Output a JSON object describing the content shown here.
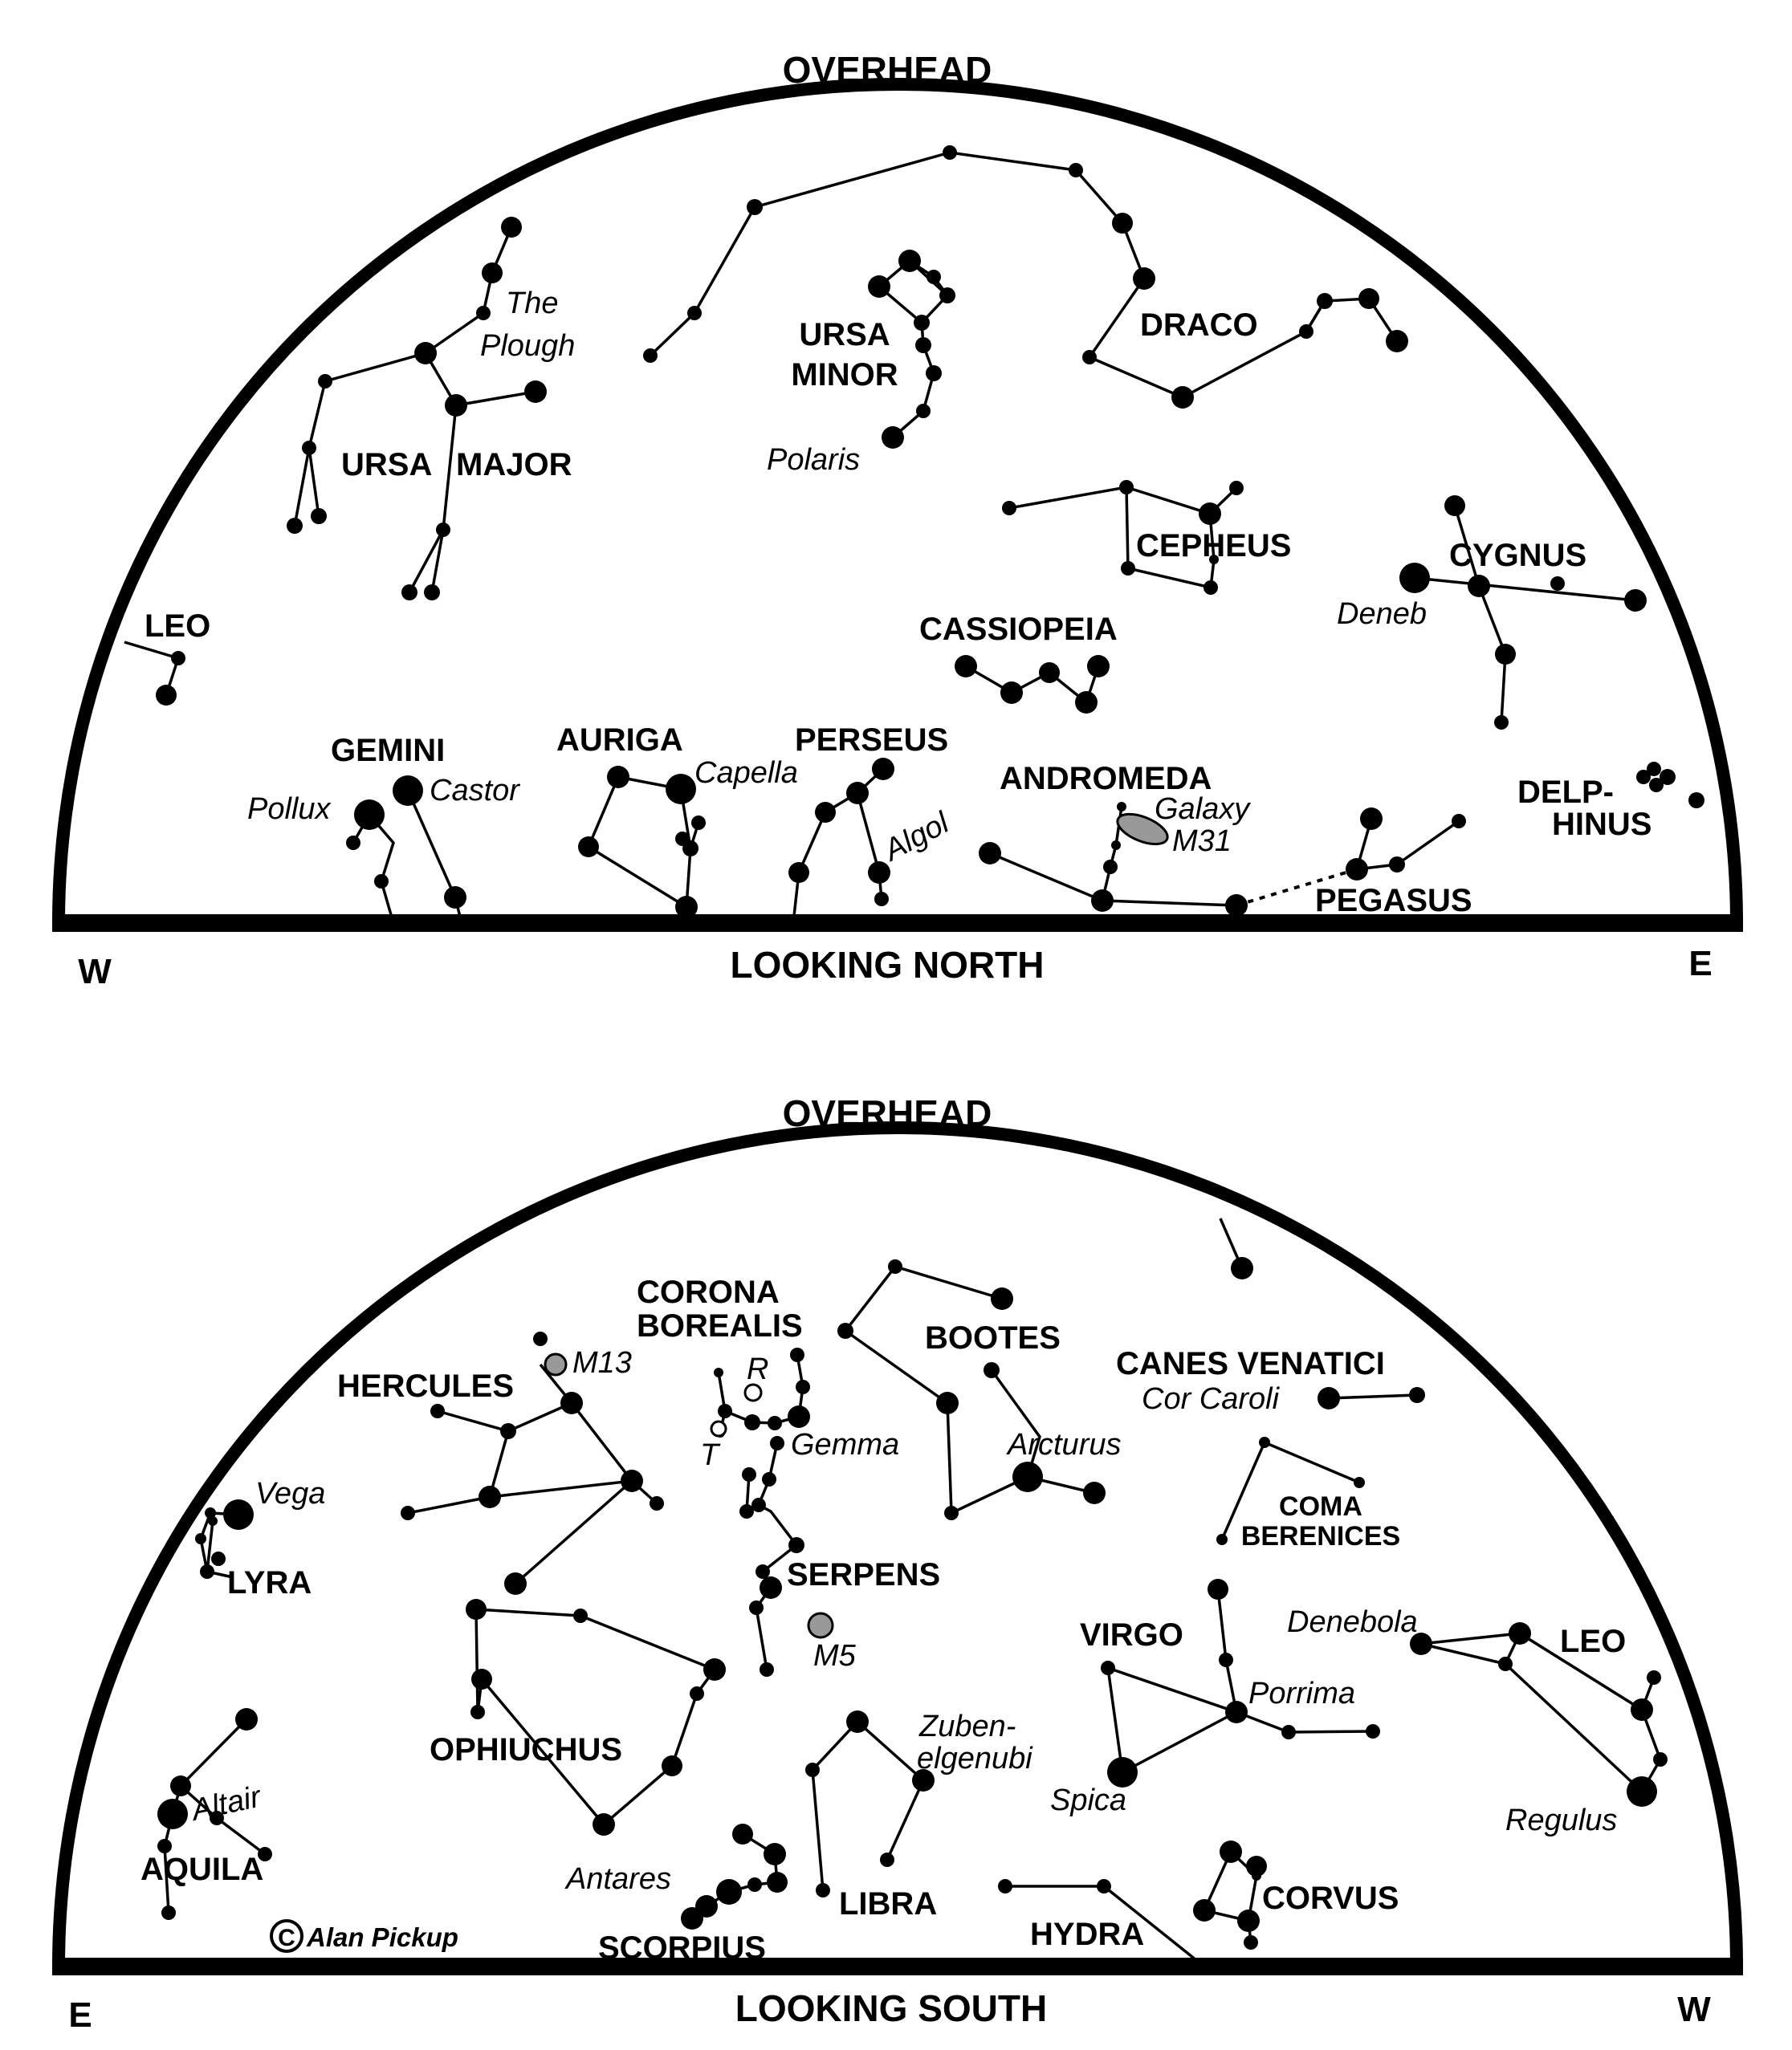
{
  "north": {
    "overhead": "OVERHEAD",
    "looking": "LOOKING NORTH",
    "left_dir": "W",
    "right_dir": "E",
    "constellations": {
      "leo": "LEO",
      "ursa_major_1": "URSA",
      "ursa_major_2": "MAJOR",
      "the_plough_1": "The",
      "the_plough_2": "Plough",
      "ursa_minor_1": "URSA",
      "ursa_minor_2": "MINOR",
      "draco": "DRACO",
      "cepheus": "CEPHEUS",
      "cygnus": "CYGNUS",
      "cassiopeia": "CASSIOPEIA",
      "gemini": "GEMINI",
      "auriga": "AURIGA",
      "perseus": "PERSEUS",
      "andromeda": "ANDROMEDA",
      "delphinus_1": "DELP-",
      "delphinus_2": "HINUS",
      "pegasus": "PEGASUS"
    },
    "stars": {
      "polaris": "Polaris",
      "deneb": "Deneb",
      "castor": "Castor",
      "pollux": "Pollux",
      "capella": "Capella",
      "algol": "Algol",
      "galaxy": "Galaxy",
      "m31": "M31"
    }
  },
  "south": {
    "overhead": "OVERHEAD",
    "looking": "LOOKING SOUTH",
    "left_dir": "E",
    "right_dir": "W",
    "constellations": {
      "corona_borealis_1": "CORONA",
      "corona_borealis_2": "BOREALIS",
      "bootes": "BOOTES",
      "canes_venatici": "CANES VENATICI",
      "hercules": "HERCULES",
      "lyra": "LYRA",
      "coma_berenices_1": "COMA",
      "coma_berenices_2": "BERENICES",
      "serpens": "SERPENS",
      "virgo": "VIRGO",
      "leo": "LEO",
      "ophiuchus": "OPHIUCHUS",
      "aquila": "AQUILA",
      "libra": "LIBRA",
      "corvus": "CORVUS",
      "hydra": "HYDRA",
      "scorpius": "SCORPIUS"
    },
    "stars": {
      "m13": "M13",
      "r": "R",
      "t": "T",
      "gemma": "Gemma",
      "cor_caroli": "Cor Caroli",
      "arcturus": "Arcturus",
      "vega": "Vega",
      "m5": "M5",
      "denebola": "Denebola",
      "porrima": "Porrima",
      "zubenelgenubi_1": "Zuben-",
      "zubenelgenubi_2": "elgenubi",
      "spica": "Spica",
      "regulus": "Regulus",
      "altair": "Altair",
      "antares": "Antares"
    },
    "credit": "Alan Pickup",
    "credit_symbol": "C"
  }
}
